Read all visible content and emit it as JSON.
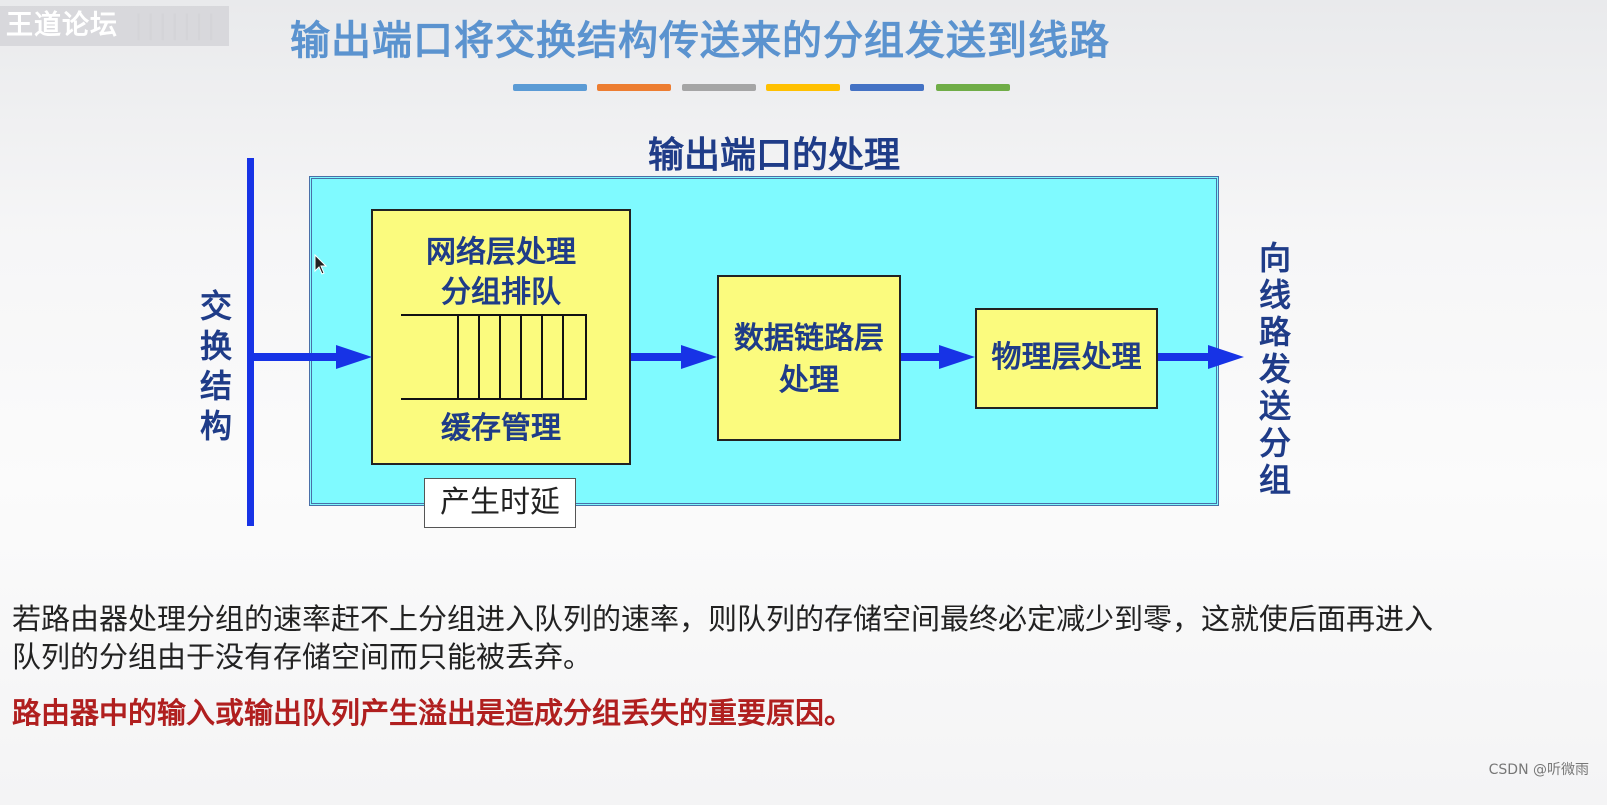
{
  "watermark": {
    "text": "王道论坛",
    "tail": "|||||||"
  },
  "title": "输出端口将交换结构传送来的分组发送到线路",
  "accent_colors": [
    "#5b9bd5",
    "#ed7d31",
    "#a5a5a5",
    "#ffc000",
    "#4472c4",
    "#70ad47"
  ],
  "diagram": {
    "title": "输出端口的处理",
    "left_label": [
      "交",
      "换",
      "结",
      "构"
    ],
    "right_label": [
      "向",
      "线",
      "路",
      "发",
      "送",
      "分",
      "组"
    ],
    "network_box": {
      "line1": "网络层处理",
      "line2": "分组排队",
      "footer": "缓存管理"
    },
    "link_box": {
      "line1": "数据链路层",
      "line2": "处理"
    },
    "physical_box": {
      "line1": "物理层处理"
    },
    "delay_label": "产生时延"
  },
  "paragraph": {
    "line1": "若路由器处理分组的速率赶不上分组进入队列的速率，则队列的存储空间最终必定减少到零，这就使后面再进入",
    "line2": "队列的分组由于没有存储空间而只能被丢弃。"
  },
  "conclusion": "路由器中的输入或输出队列产生溢出是造成分组丢失的重要原因。",
  "credit": "CSDN @听微雨"
}
